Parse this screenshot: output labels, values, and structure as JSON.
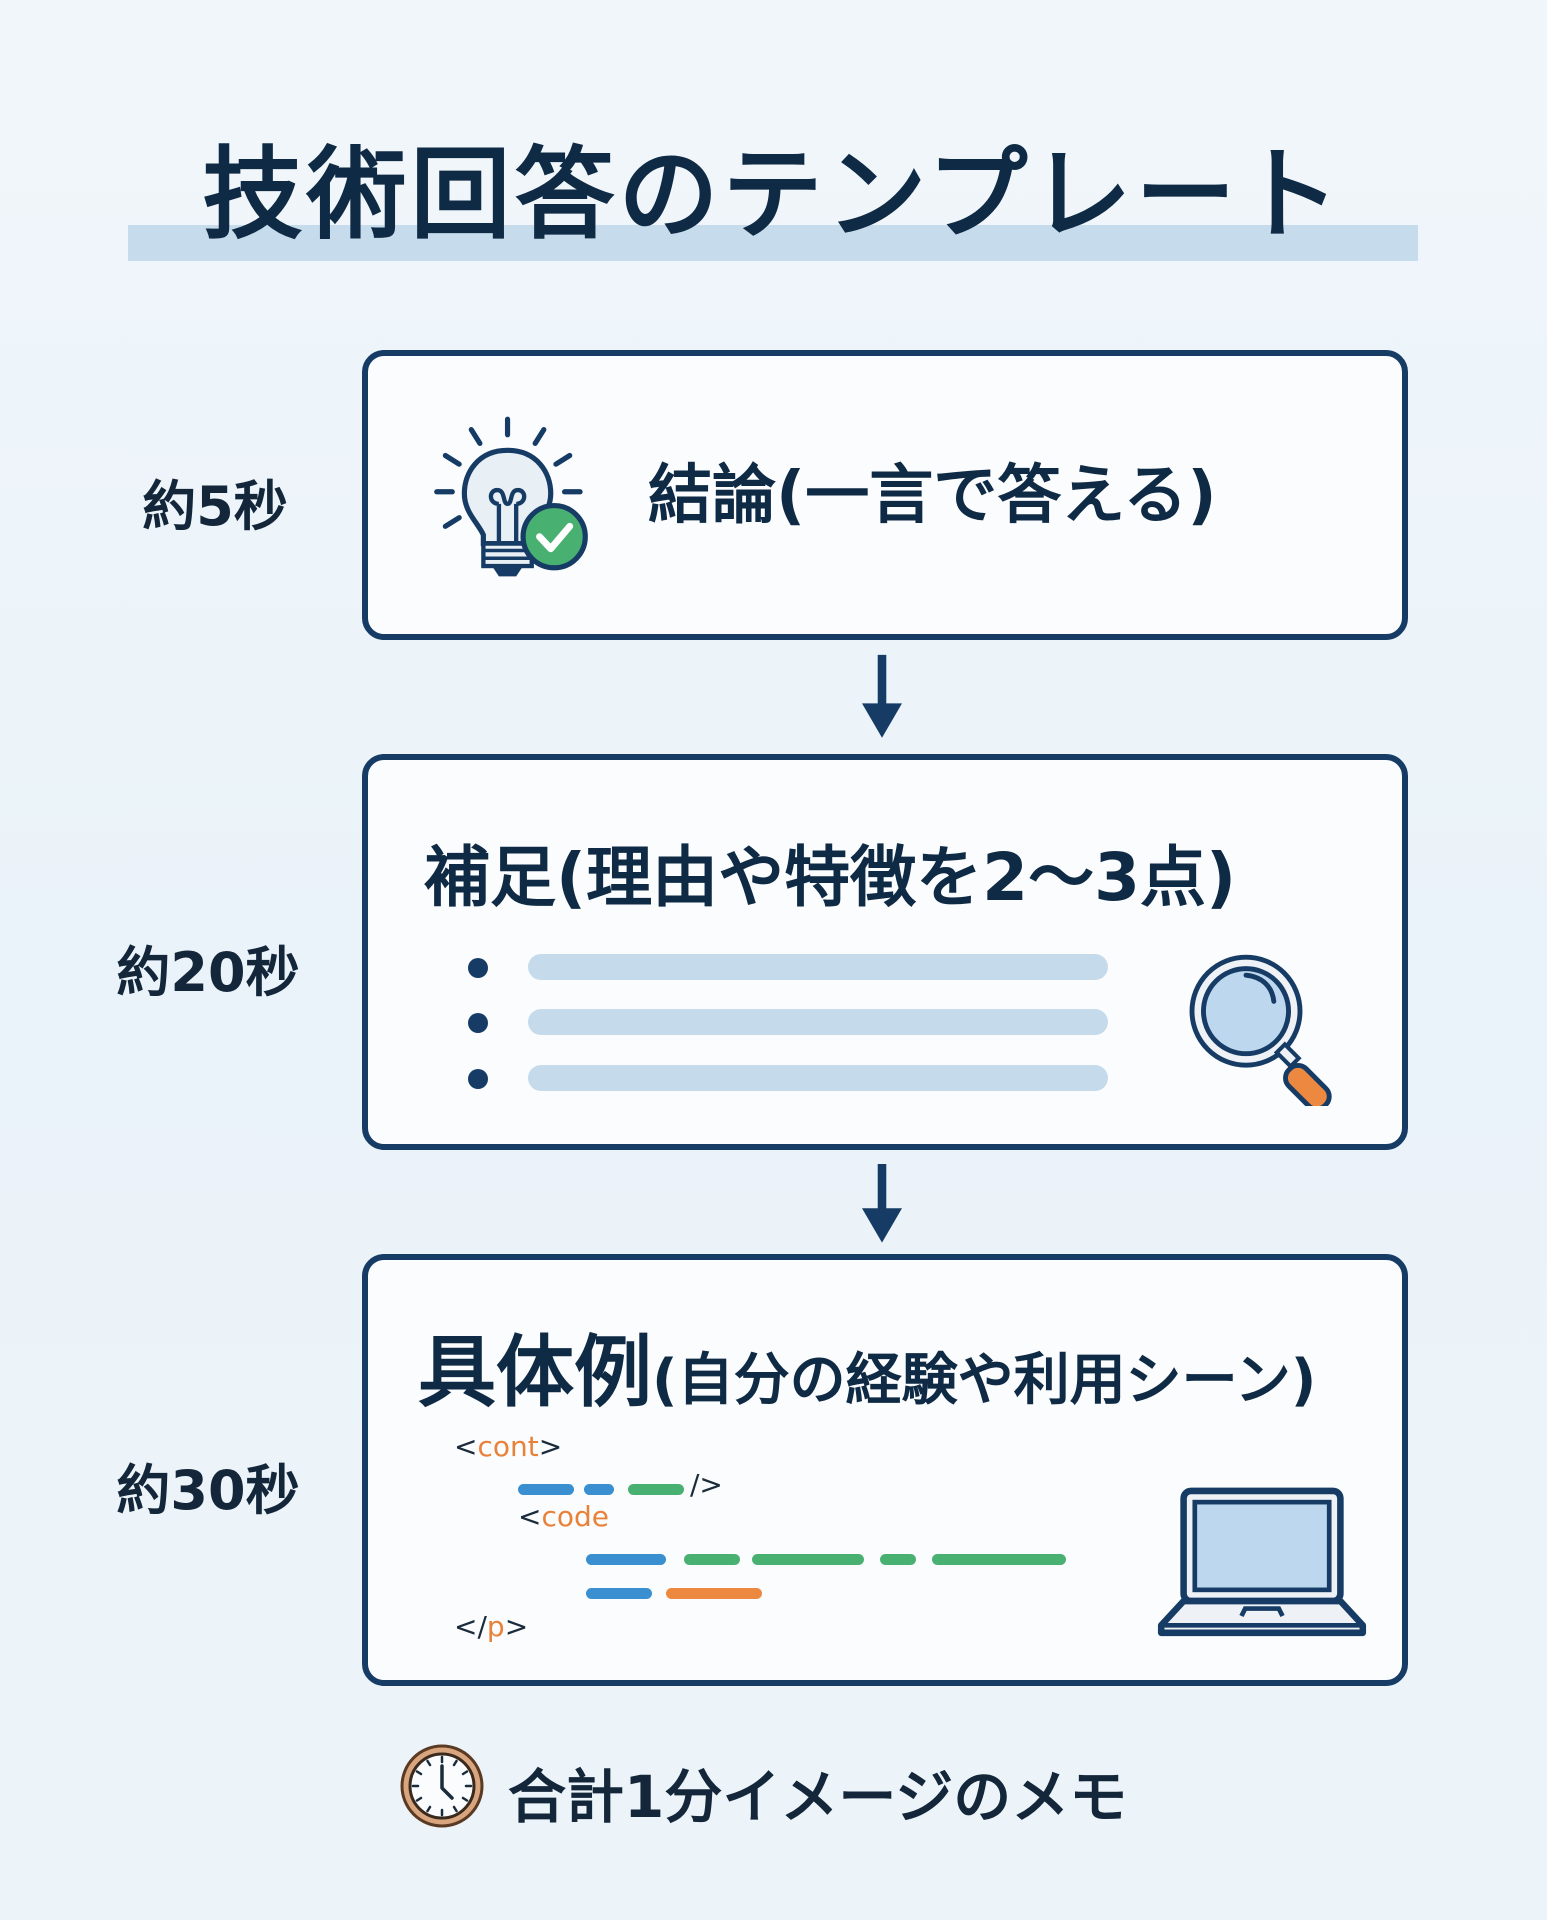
{
  "title": "技術回答のテンプレート",
  "colors": {
    "navy": "#163c66",
    "text": "#0f2a44",
    "highlight": "#c6dcec",
    "green": "#48b071",
    "orange": "#ed8840",
    "light_blue": "#c5dbec",
    "code_blue": "#3a8fd0"
  },
  "steps": [
    {
      "time": "約5秒",
      "heading": "結論(一言で答える)",
      "icon": "lightbulb-check-icon"
    },
    {
      "time": "約20秒",
      "heading": "補足(理由や特徴を2〜3点)",
      "icon": "magnifier-icon",
      "bullet_count": 3
    },
    {
      "time": "約30秒",
      "heading_main": "具体例",
      "heading_sub": "(自分の経験や利用シーン)",
      "icon": "laptop-icon",
      "code": {
        "line1_open": "<",
        "line1_tag": "cont",
        "line1_close": ">",
        "line2_close": "/>",
        "line3_open": "<",
        "line3_tag": "code",
        "line6_open": "</",
        "line6_tag": "p",
        "line6_close": ">"
      }
    }
  ],
  "memo": {
    "icon": "clock-icon",
    "text": "合計1分イメージのメモ"
  }
}
